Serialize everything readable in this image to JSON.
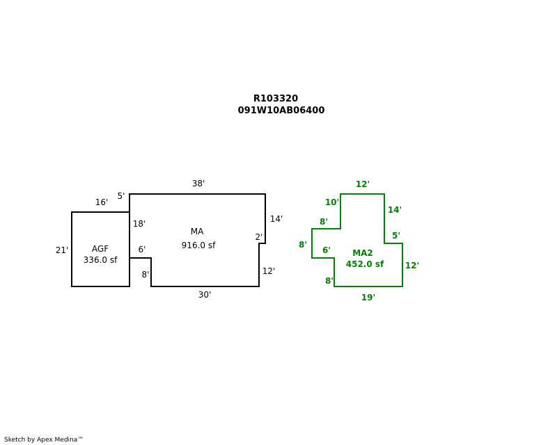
{
  "header": {
    "line1": "R103320",
    "line2": "091W10AB06400"
  },
  "colors": {
    "black": "#000000",
    "green": "#008000"
  },
  "ma": {
    "name": "MA",
    "area": "916.0 sf",
    "dims": {
      "top": "38'",
      "left_step": "5'",
      "right_top": "14'",
      "notch": "2'",
      "right_bottom": "12'",
      "bottom": "30'",
      "inner_vertical": "18'",
      "inner_horizontal": "6'",
      "lower_left": "8'"
    }
  },
  "agf": {
    "name": "AGF",
    "area": "336.0 sf",
    "dims": {
      "top": "16'",
      "left": "21'"
    }
  },
  "ma2": {
    "name": "MA2",
    "area": "452.0 sf",
    "dims": {
      "top": "12'",
      "upper_left": "10'",
      "right_top": "14'",
      "step": "5'",
      "right_bottom": "12'",
      "bottom": "19'",
      "inner_horizontal": "8'",
      "left": "8'",
      "notch": "6'",
      "lower_left": "8'"
    }
  },
  "footer": {
    "credit": "Sketch by Apex Medina™"
  }
}
